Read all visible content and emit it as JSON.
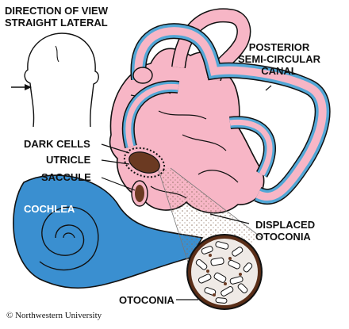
{
  "view_title": [
    "DIRECTION OF VIEW",
    "STRAIGHT LATERAL"
  ],
  "labels": {
    "posterior_canal": [
      "POSTERIOR",
      "SEMI-CIRCULAR",
      "CANAL"
    ],
    "dark_cells": "DARK CELLS",
    "utricle": "UTRICLE",
    "saccule": "SACCULE",
    "cochlea": "COCHLEA",
    "displaced_otoconia": [
      "DISPLACED",
      "OTOCONIA"
    ],
    "otoconia": "OTOCONIA"
  },
  "copyright": "© Northwestern University",
  "colors": {
    "membrane_pink": "#f7b6c6",
    "canal_blue": "#52a7d6",
    "cochlea_blue": "#3a8fd0",
    "outline": "#111111",
    "sac_brown": "#6b3a22"
  }
}
